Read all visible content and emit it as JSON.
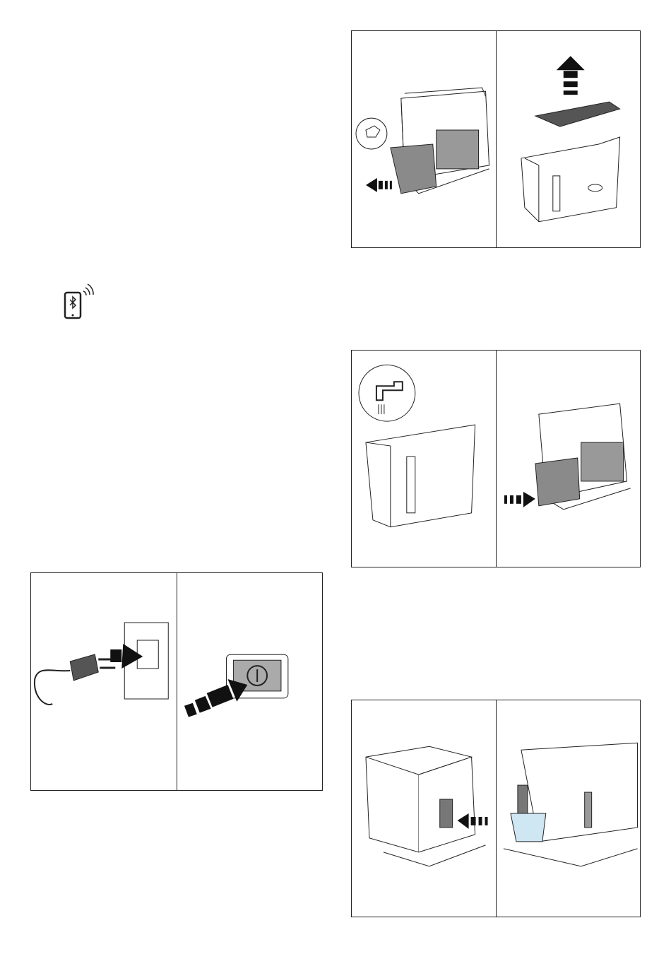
{
  "colors": {
    "line": "#222222",
    "arrow": "#111111",
    "machine_fill": "#ffffff",
    "tank_shade": "#8a8a8a",
    "water": "#cfe6f3"
  },
  "icons": {
    "bluetooth_phone": "bluetooth-phone-icon",
    "steps": [
      {
        "figure": "remove-water-tank",
        "icon": "pour-jug-icon"
      },
      {
        "figure": "lift-tank-lid",
        "icon": "arrow-up-icon"
      },
      {
        "figure": "fill-tank-tap-water",
        "icon": "water-tap-icon"
      },
      {
        "figure": "insert-water-tank",
        "icon": "arrow-right-icon"
      },
      {
        "figure": "plug-into-outlet",
        "icon": "power-plug-icon"
      },
      {
        "figure": "press-power-button",
        "icon": "power-button-icon"
      },
      {
        "figure": "attach-hot-water-spout",
        "icon": "arrow-left-icon"
      },
      {
        "figure": "dispense-into-container",
        "icon": "water-container-icon"
      }
    ]
  }
}
